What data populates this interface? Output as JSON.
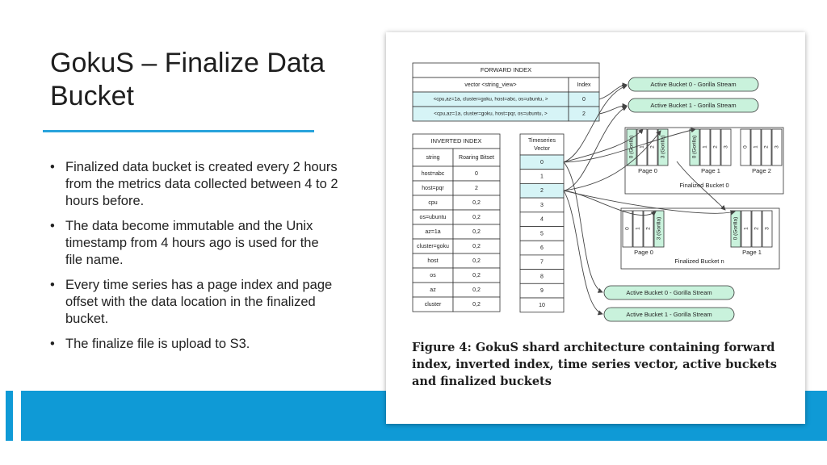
{
  "slide": {
    "title": "GokuS – Finalize Data Bucket",
    "bullet_marker": "•",
    "bullets": [
      "Finalized data bucket is created every 2 hours from the metrics data collected between 4 to 2 hours before.",
      "The data become immutable and the Unix timestamp from 4 hours ago is used for the file name.",
      "Every time series has a page index and page offset with the data location in the finalized bucket.",
      "The finalize file is upload to S3."
    ]
  },
  "figure": {
    "caption": "Figure 4: GokuS shard architecture containing forward index, inverted index, time series vector, active buckets and finalized buckets",
    "forward_index": {
      "title": "FORWARD INDEX",
      "col_vector": "vector <string_view>",
      "col_index": "Index",
      "rows": [
        {
          "key": "<cpu,az=1a, cluster=goku, host=abc, os=ubuntu, >",
          "index": "0"
        },
        {
          "key": "<cpu,az=1a, cluster=goku, host=pqr, os=ubuntu, >",
          "index": "2"
        }
      ]
    },
    "inverted_index": {
      "title": "INVERTED INDEX",
      "col_string": "string",
      "col_bitset": "Roaring Bitset",
      "rows": [
        {
          "s": "host=abc",
          "b": "0"
        },
        {
          "s": "host=pqr",
          "b": "2"
        },
        {
          "s": "cpu",
          "b": "0,2"
        },
        {
          "s": "os=ubuntu",
          "b": "0,2"
        },
        {
          "s": "az=1a",
          "b": "0,2"
        },
        {
          "s": "cluster=goku",
          "b": "0,2"
        },
        {
          "s": "host",
          "b": "0,2"
        },
        {
          "s": "os",
          "b": "0,2"
        },
        {
          "s": "az",
          "b": "0,2"
        },
        {
          "s": "cluster",
          "b": "0,2"
        }
      ]
    },
    "timeseries_vector": {
      "title": "Timeseries Vector",
      "rows": [
        "0",
        "1",
        "2",
        "3",
        "4",
        "5",
        "6",
        "7",
        "8",
        "9",
        "10"
      ],
      "highlighted": [
        "0",
        "2"
      ]
    },
    "active_buckets_top": [
      "Active Bucket 0 - Gorilla Stream",
      "Active Bucket 1 - Gorilla Stream"
    ],
    "active_buckets_bottom": [
      "Active Bucket 0 - Gorilla Stream",
      "Active Bucket 1 - Gorilla Stream"
    ],
    "finalized_bucket_0": {
      "label": "Finalized Bucket 0",
      "pages": [
        {
          "label": "Page 0",
          "cells": [
            "0 (Gorilla)",
            "1",
            "2",
            "3 (Gorilla)"
          ]
        },
        {
          "label": "Page 1",
          "cells": [
            "0 (Gorilla)",
            "1",
            "2",
            "3"
          ]
        },
        {
          "label": "Page 2",
          "cells": [
            "0",
            "1",
            "2",
            "3"
          ]
        }
      ]
    },
    "finalized_bucket_n": {
      "label": "Finalized Bucket n",
      "pages": [
        {
          "label": "Page 0",
          "cells": [
            "0",
            "1",
            "2",
            "3 (Gorilla)"
          ]
        },
        {
          "label": "Page 1",
          "cells": [
            "0 (Gorilla)",
            "1",
            "2",
            "3"
          ]
        }
      ]
    },
    "colors": {
      "highlight": "#c9f2dc",
      "row_highlight": "#d6f4f6",
      "border": "#333333",
      "arrow": "#444444"
    }
  }
}
